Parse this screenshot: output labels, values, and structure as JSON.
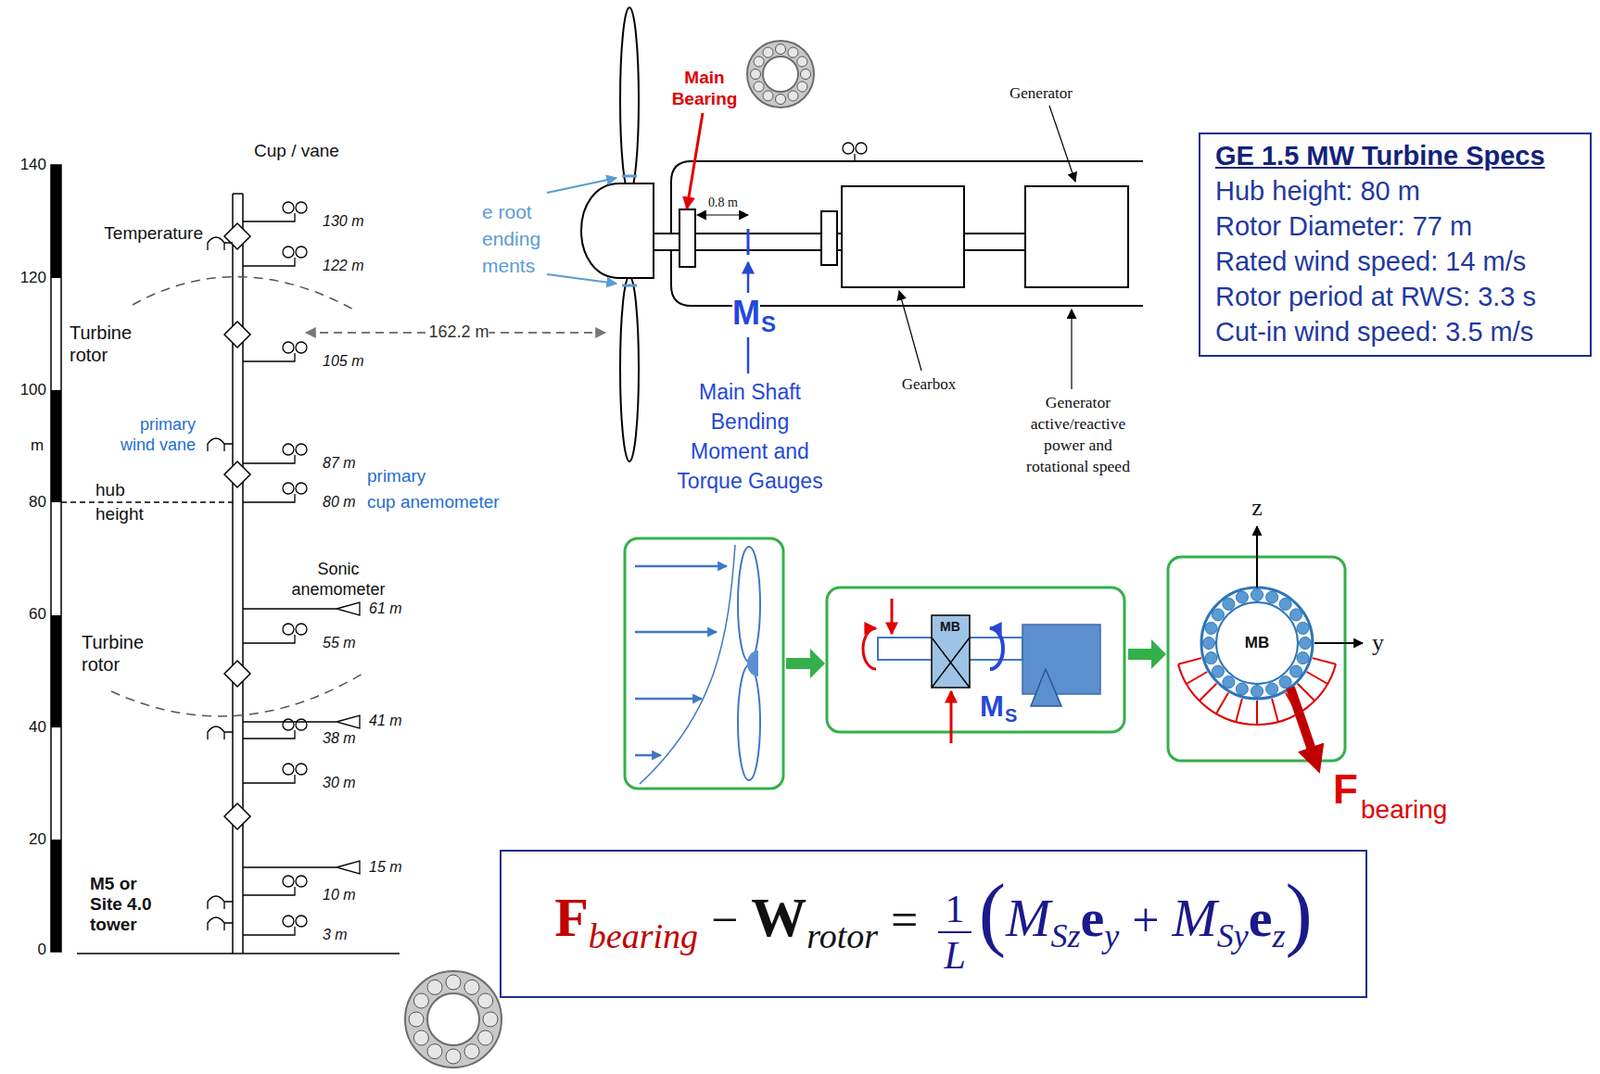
{
  "diagram": {
    "nodes": [
      {
        "text": [
          "GE 1.5 MW Turbine Specs",
          "Hub height: 80 m",
          "Rotor Diameter: 77 m",
          "Rated wind speed: 14 m/s",
          "Rotor period at RWS: 3.3 s",
          "Cut-in wind speed: 3.5 m/s"
        ]
      },
      {
        "text": [
          "F",
          "bearing",
          "−",
          "W",
          "rotor",
          "=",
          "1",
          "L",
          "(",
          "M",
          "Sz",
          "e",
          "y",
          "+",
          "M",
          "Sy",
          "e",
          "z",
          ")"
        ]
      }
    ],
    "labels": [
      "140",
      "120",
      "100",
      "m",
      "80",
      "60",
      "40",
      "20",
      "0",
      "Cup / vane",
      "Temperature",
      "130 m",
      "122 m",
      "Turbine rotor",
      "105 m",
      "primary wind vane",
      "87 m",
      "hub height",
      "80 m",
      "primary",
      "cup anemometer",
      "Sonic anemometer",
      "61 m",
      "55 m",
      "Turbine rotor",
      "41 m",
      "38 m",
      "30 m",
      "15 m",
      "10 m",
      "3 m",
      "M5 or Site 4.0 tower",
      "162.2 m",
      "Main Bearing",
      "e root ending ments",
      "0.8 m",
      "Generator",
      "M",
      "S",
      "Main Shaft Bending Moment and Torque Gauges",
      "Gearbox",
      "Generator active/reactive power and rotational speed",
      "MB",
      "M",
      "S",
      "z",
      "y",
      "MB",
      "F",
      "bearing"
    ]
  }
}
